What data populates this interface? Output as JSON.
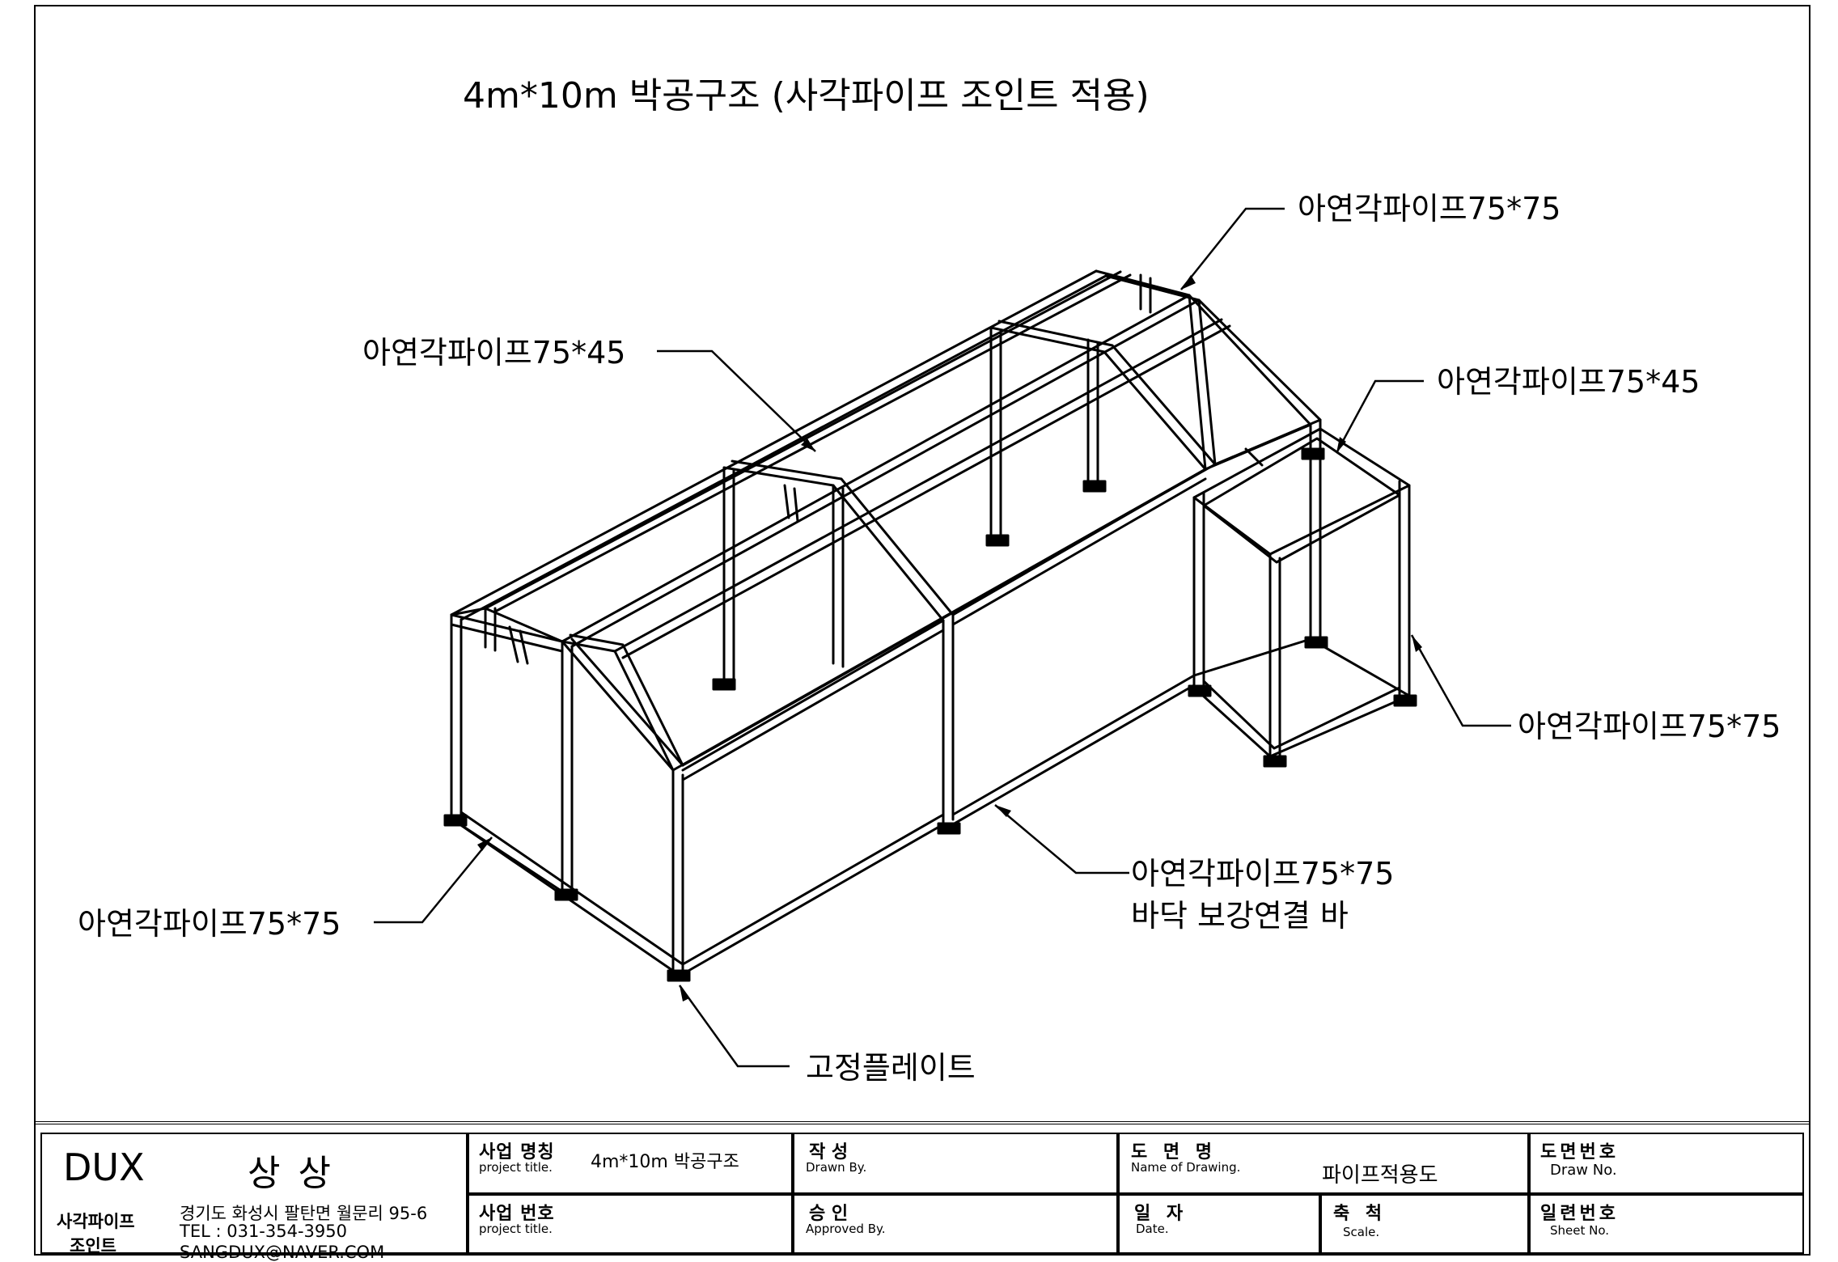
{
  "title": "4m*10m 박공구조  (사각파이프 조인트 적용)",
  "callouts": {
    "top_right_75x75": "아연각파이프75*75",
    "left_75x45": "아연각파이프75*45",
    "right_75x45": "아연각파이프75*45",
    "right_bottom_75x75": "아연각파이프75*75",
    "bottom_left_75x75": "아연각파이프75*75",
    "center_75x75": "아연각파이프75*75",
    "center_sub": "바닥 보강연결 바",
    "plate": "고정플레이트"
  },
  "title_block": {
    "company": "DUX",
    "brand": "상상",
    "product_line1": "사각파이프",
    "product_line2": "조인트",
    "address": "경기도 화성시 팔탄면 월문리 95-6",
    "tel": "TEL : 031-354-3950",
    "email": "SANGDUX@NAVER.COM",
    "project_name_label": "사업 명칭",
    "project_name_sub": "project title.",
    "project_name_value": "4m*10m 박공구조",
    "project_no_label": "사업 번호",
    "project_no_sub": "project title.",
    "drawn_label": "작    성",
    "drawn_sub": "Drawn By.",
    "approved_label": "승    인",
    "approved_sub": "Approved By.",
    "drawing_name_label": "도 면 명",
    "drawing_name_sub": "Name of Drawing.",
    "drawing_name_value": "파이프적용도",
    "date_label": "일 자",
    "date_sub": "Date.",
    "scale_label": "축 척",
    "scale_sub": "Scale.",
    "draw_no_label": "도면번호",
    "draw_no_sub": "Draw No.",
    "sheet_no_label": "일련번호",
    "sheet_no_sub": "Sheet No."
  }
}
